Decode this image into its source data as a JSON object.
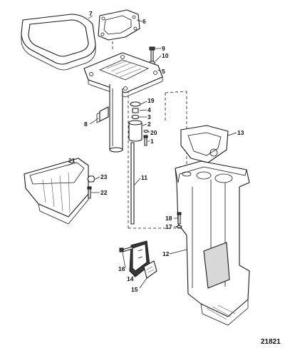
{
  "callouts": {
    "c1": "1",
    "c2": "2",
    "c3": "3",
    "c4": "4",
    "c5": "5",
    "c6": "6",
    "c7": "7",
    "c8": "8",
    "c9": "9",
    "c10": "10",
    "c11": "11",
    "c12": "12",
    "c13": "13",
    "c14": "14",
    "c15": "15",
    "c16": "16",
    "c17": "17",
    "c18": "18",
    "c19": "19",
    "c20": "20",
    "c21": "21",
    "c22": "22",
    "c23": "23"
  },
  "drawing_number": "21821"
}
